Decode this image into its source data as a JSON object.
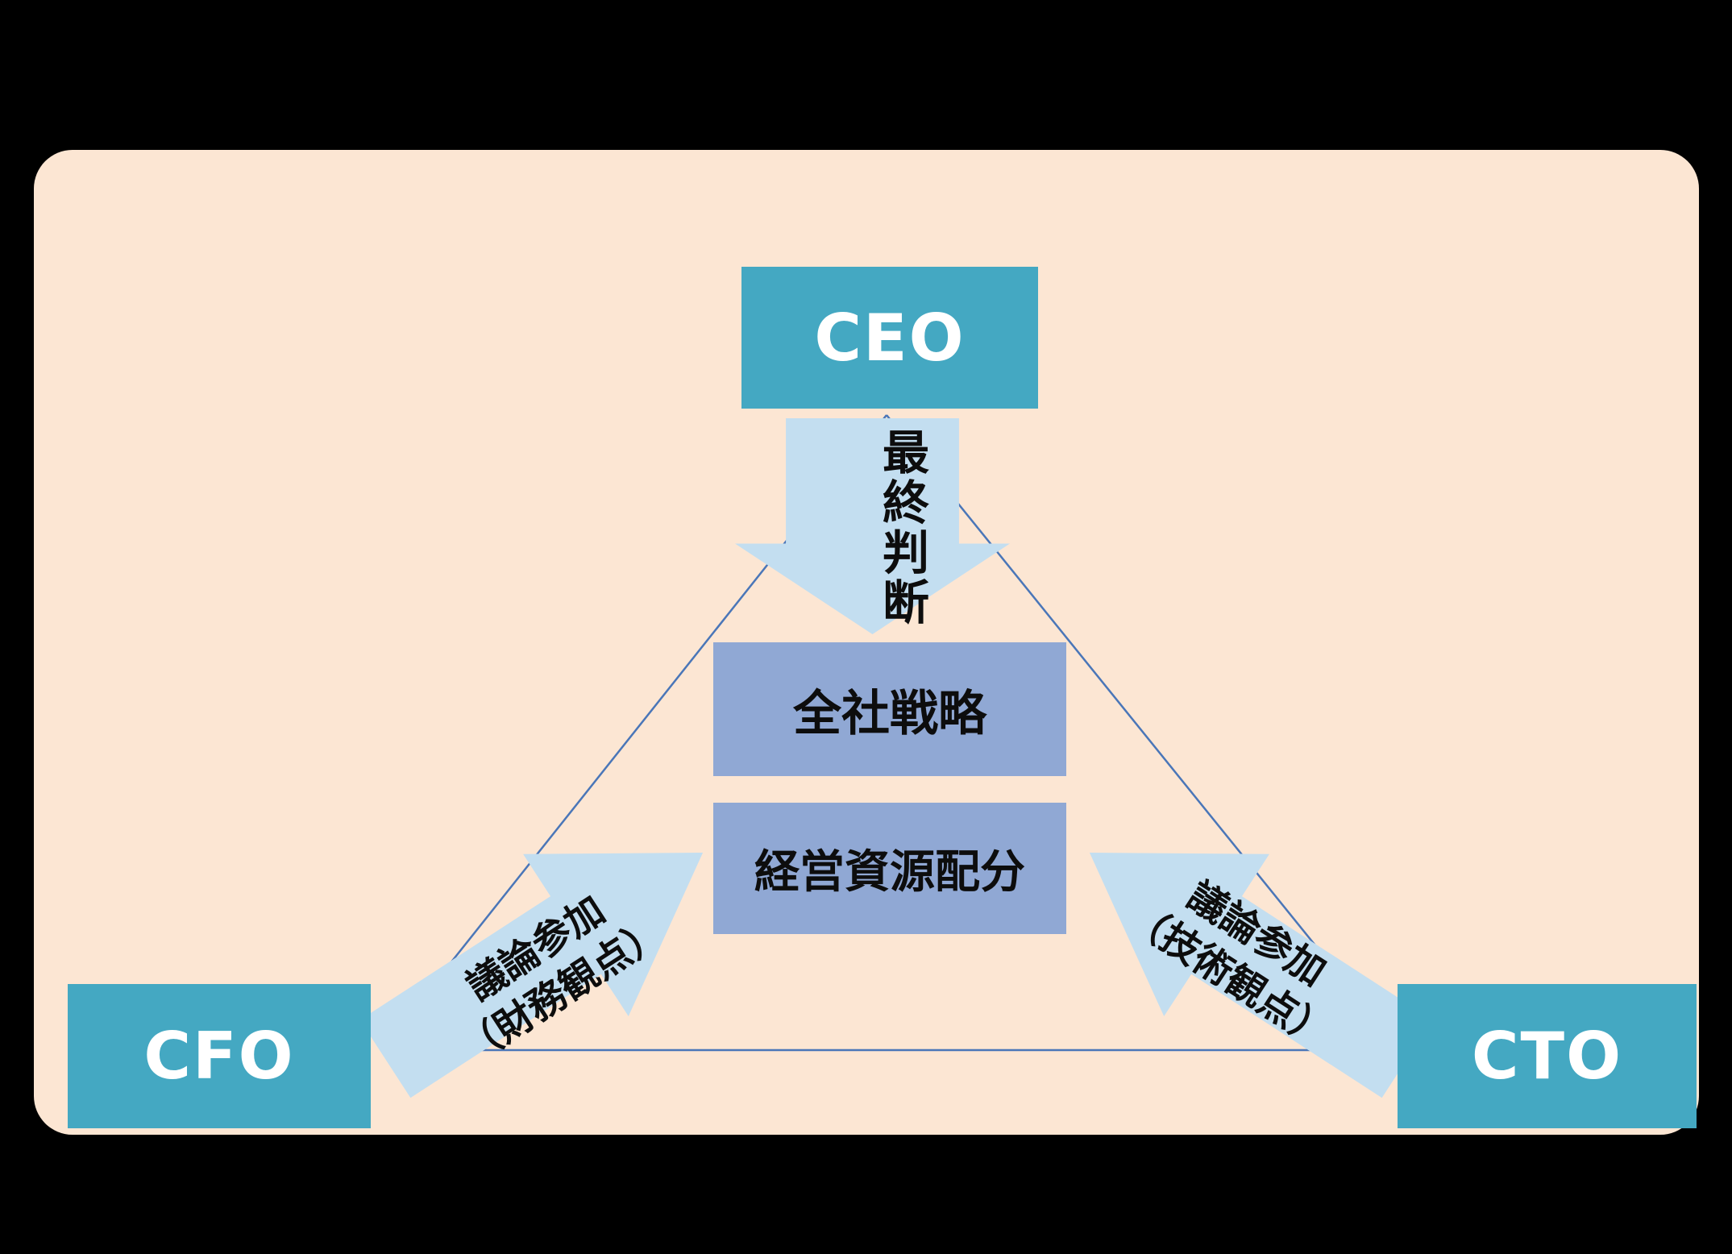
{
  "diagram": {
    "nodes": {
      "ceo": "CEO",
      "cfo": "CFO",
      "cto": "CTO"
    },
    "center_boxes": {
      "strategy": "全社戦略",
      "resource_allocation": "経営資源配分"
    },
    "labels": {
      "ceo_to_center": "最終判断",
      "cfo_to_center": {
        "line1": "議論参加",
        "line2": "（財務観点）"
      },
      "cto_to_center": {
        "line1": "議論参加",
        "line2": "（技術観点）"
      }
    },
    "colors": {
      "background": "#000000",
      "panel": "#fce6d3",
      "role_box": "#44a8c2",
      "center_box": "#90a8d4",
      "arrow": "#c3def0",
      "triangle_line": "#4a76b8",
      "role_text": "#ffffff",
      "label_text": "#0d0d0d"
    }
  }
}
